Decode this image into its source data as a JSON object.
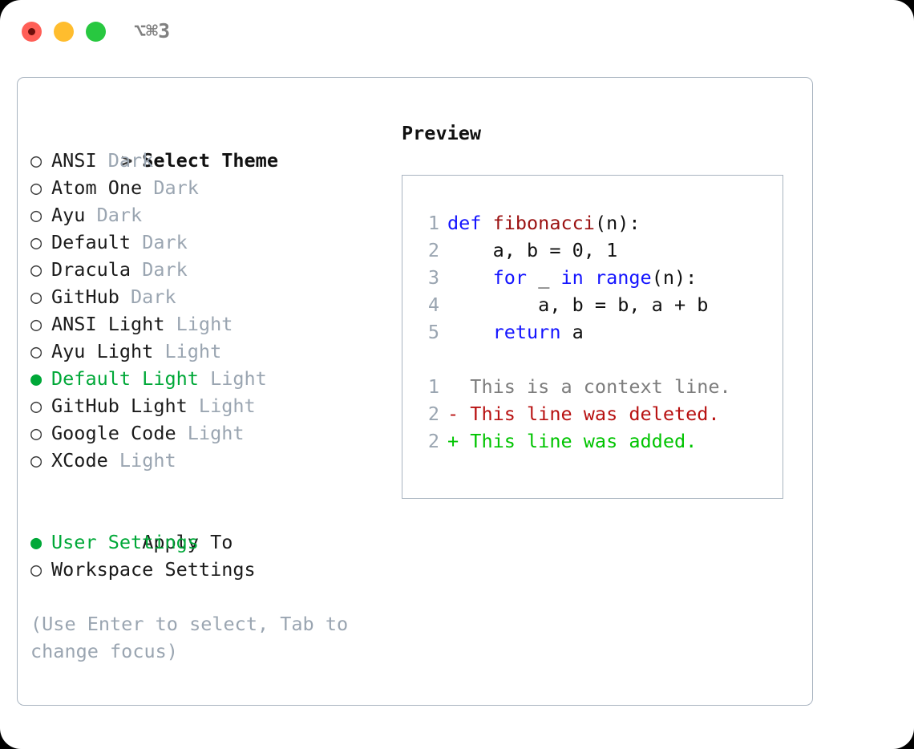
{
  "titlebar": {
    "shortcut": "⌥⌘3",
    "buttons": [
      {
        "name": "close",
        "color": "#ff5f57"
      },
      {
        "name": "minimize",
        "color": "#ffbd2e"
      },
      {
        "name": "maximize",
        "color": "#28c840"
      }
    ]
  },
  "accent_color": "#00a838",
  "theme_panel": {
    "heading": "Select Theme",
    "heading_marker": "> ",
    "bullet_unselected": "○ ",
    "bullet_selected": "● ",
    "items": [
      {
        "label": "ANSI",
        "tag": "Dark",
        "selected": false
      },
      {
        "label": "Atom One",
        "tag": "Dark",
        "selected": false
      },
      {
        "label": "Ayu",
        "tag": "Dark",
        "selected": false
      },
      {
        "label": "Default",
        "tag": "Dark",
        "selected": false
      },
      {
        "label": "Dracula",
        "tag": "Dark",
        "selected": false
      },
      {
        "label": "GitHub",
        "tag": "Dark",
        "selected": false
      },
      {
        "label": "ANSI Light",
        "tag": "Light",
        "selected": false
      },
      {
        "label": "Ayu Light",
        "tag": "Light",
        "selected": false
      },
      {
        "label": "Default Light",
        "tag": "Light",
        "selected": true
      },
      {
        "label": "GitHub Light",
        "tag": "Light",
        "selected": false
      },
      {
        "label": "Google Code",
        "tag": "Light",
        "selected": false
      },
      {
        "label": "XCode",
        "tag": "Light",
        "selected": false
      }
    ]
  },
  "apply_to": {
    "heading": "Apply To",
    "heading_marker": "  ",
    "items": [
      {
        "label": "User Settings",
        "selected": true
      },
      {
        "label": "Workspace Settings",
        "selected": false
      }
    ]
  },
  "hint": "(Use Enter to select, Tab to change focus)",
  "preview": {
    "title": "Preview",
    "code_lines": [
      {
        "num": "1",
        "tokens": [
          {
            "t": "def ",
            "c": "kw"
          },
          {
            "t": "fibonacci",
            "c": "fn"
          },
          {
            "t": "(n):",
            "c": "pl"
          }
        ]
      },
      {
        "num": "2",
        "tokens": [
          {
            "t": "    a, b = 0, 1",
            "c": "pl"
          }
        ]
      },
      {
        "num": "3",
        "tokens": [
          {
            "t": "    ",
            "c": "pl"
          },
          {
            "t": "for",
            "c": "kw"
          },
          {
            "t": " _ ",
            "c": "pl"
          },
          {
            "t": "in",
            "c": "kw"
          },
          {
            "t": " ",
            "c": "pl"
          },
          {
            "t": "range",
            "c": "kw"
          },
          {
            "t": "(n):",
            "c": "pl"
          }
        ]
      },
      {
        "num": "4",
        "tokens": [
          {
            "t": "        a, b = b, a + b",
            "c": "pl"
          }
        ]
      },
      {
        "num": "5",
        "tokens": [
          {
            "t": "    ",
            "c": "pl"
          },
          {
            "t": "return",
            "c": "kw"
          },
          {
            "t": " a",
            "c": "pl"
          }
        ]
      }
    ],
    "diff_lines": [
      {
        "num": "1",
        "marker": "  ",
        "text": "This is a context line.",
        "kind": "ctx"
      },
      {
        "num": "2",
        "marker": "- ",
        "text": "This line was deleted.",
        "kind": "del"
      },
      {
        "num": "2",
        "marker": "+ ",
        "text": "This line was added.",
        "kind": "add"
      }
    ]
  }
}
